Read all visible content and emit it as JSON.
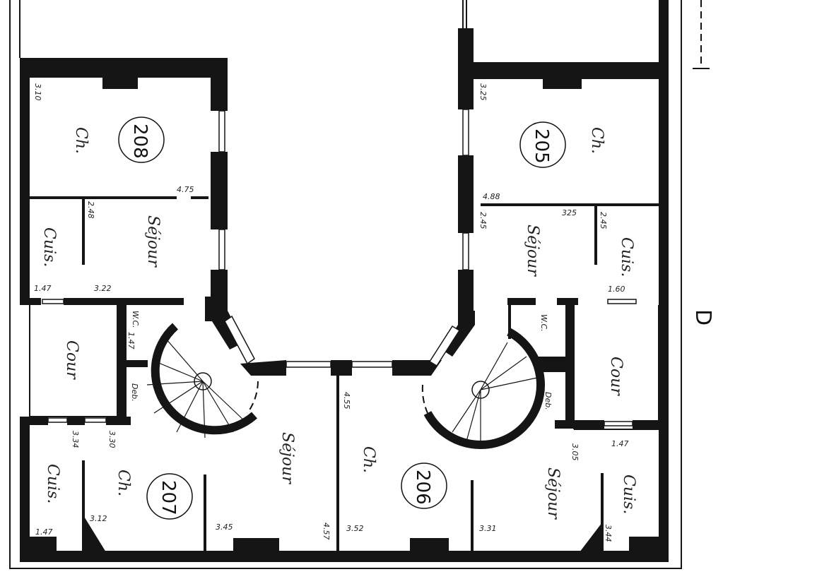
{
  "plan": {
    "section_letter": "D",
    "units": [
      {
        "number": "208",
        "rooms": [
          "Ch.",
          "Séjour",
          "Cuis."
        ],
        "dims": [
          "3.10",
          "4.75",
          "2.48",
          "1.47",
          "3.22"
        ]
      },
      {
        "number": "205",
        "rooms": [
          "Ch.",
          "Séjour",
          "Cuis."
        ],
        "dims": [
          "3.25",
          "4.88",
          "2.45",
          "325",
          "2.45",
          "1.60"
        ]
      },
      {
        "number": "207",
        "rooms": [
          "Ch.",
          "Séjour",
          "Cuis."
        ],
        "dims": [
          "3.34",
          "3.30",
          "3.12",
          "1.47",
          "3.45",
          "4.57"
        ]
      },
      {
        "number": "206",
        "rooms": [
          "Ch.",
          "Séjour",
          "Cuis."
        ],
        "dims": [
          "4.55",
          "3.52",
          "3.31",
          "3.05",
          "1.47",
          "3.44"
        ]
      }
    ],
    "common": {
      "court": "Cour",
      "wc": "W.C.",
      "wc_dim": "1.47",
      "storage": "Deb."
    }
  }
}
